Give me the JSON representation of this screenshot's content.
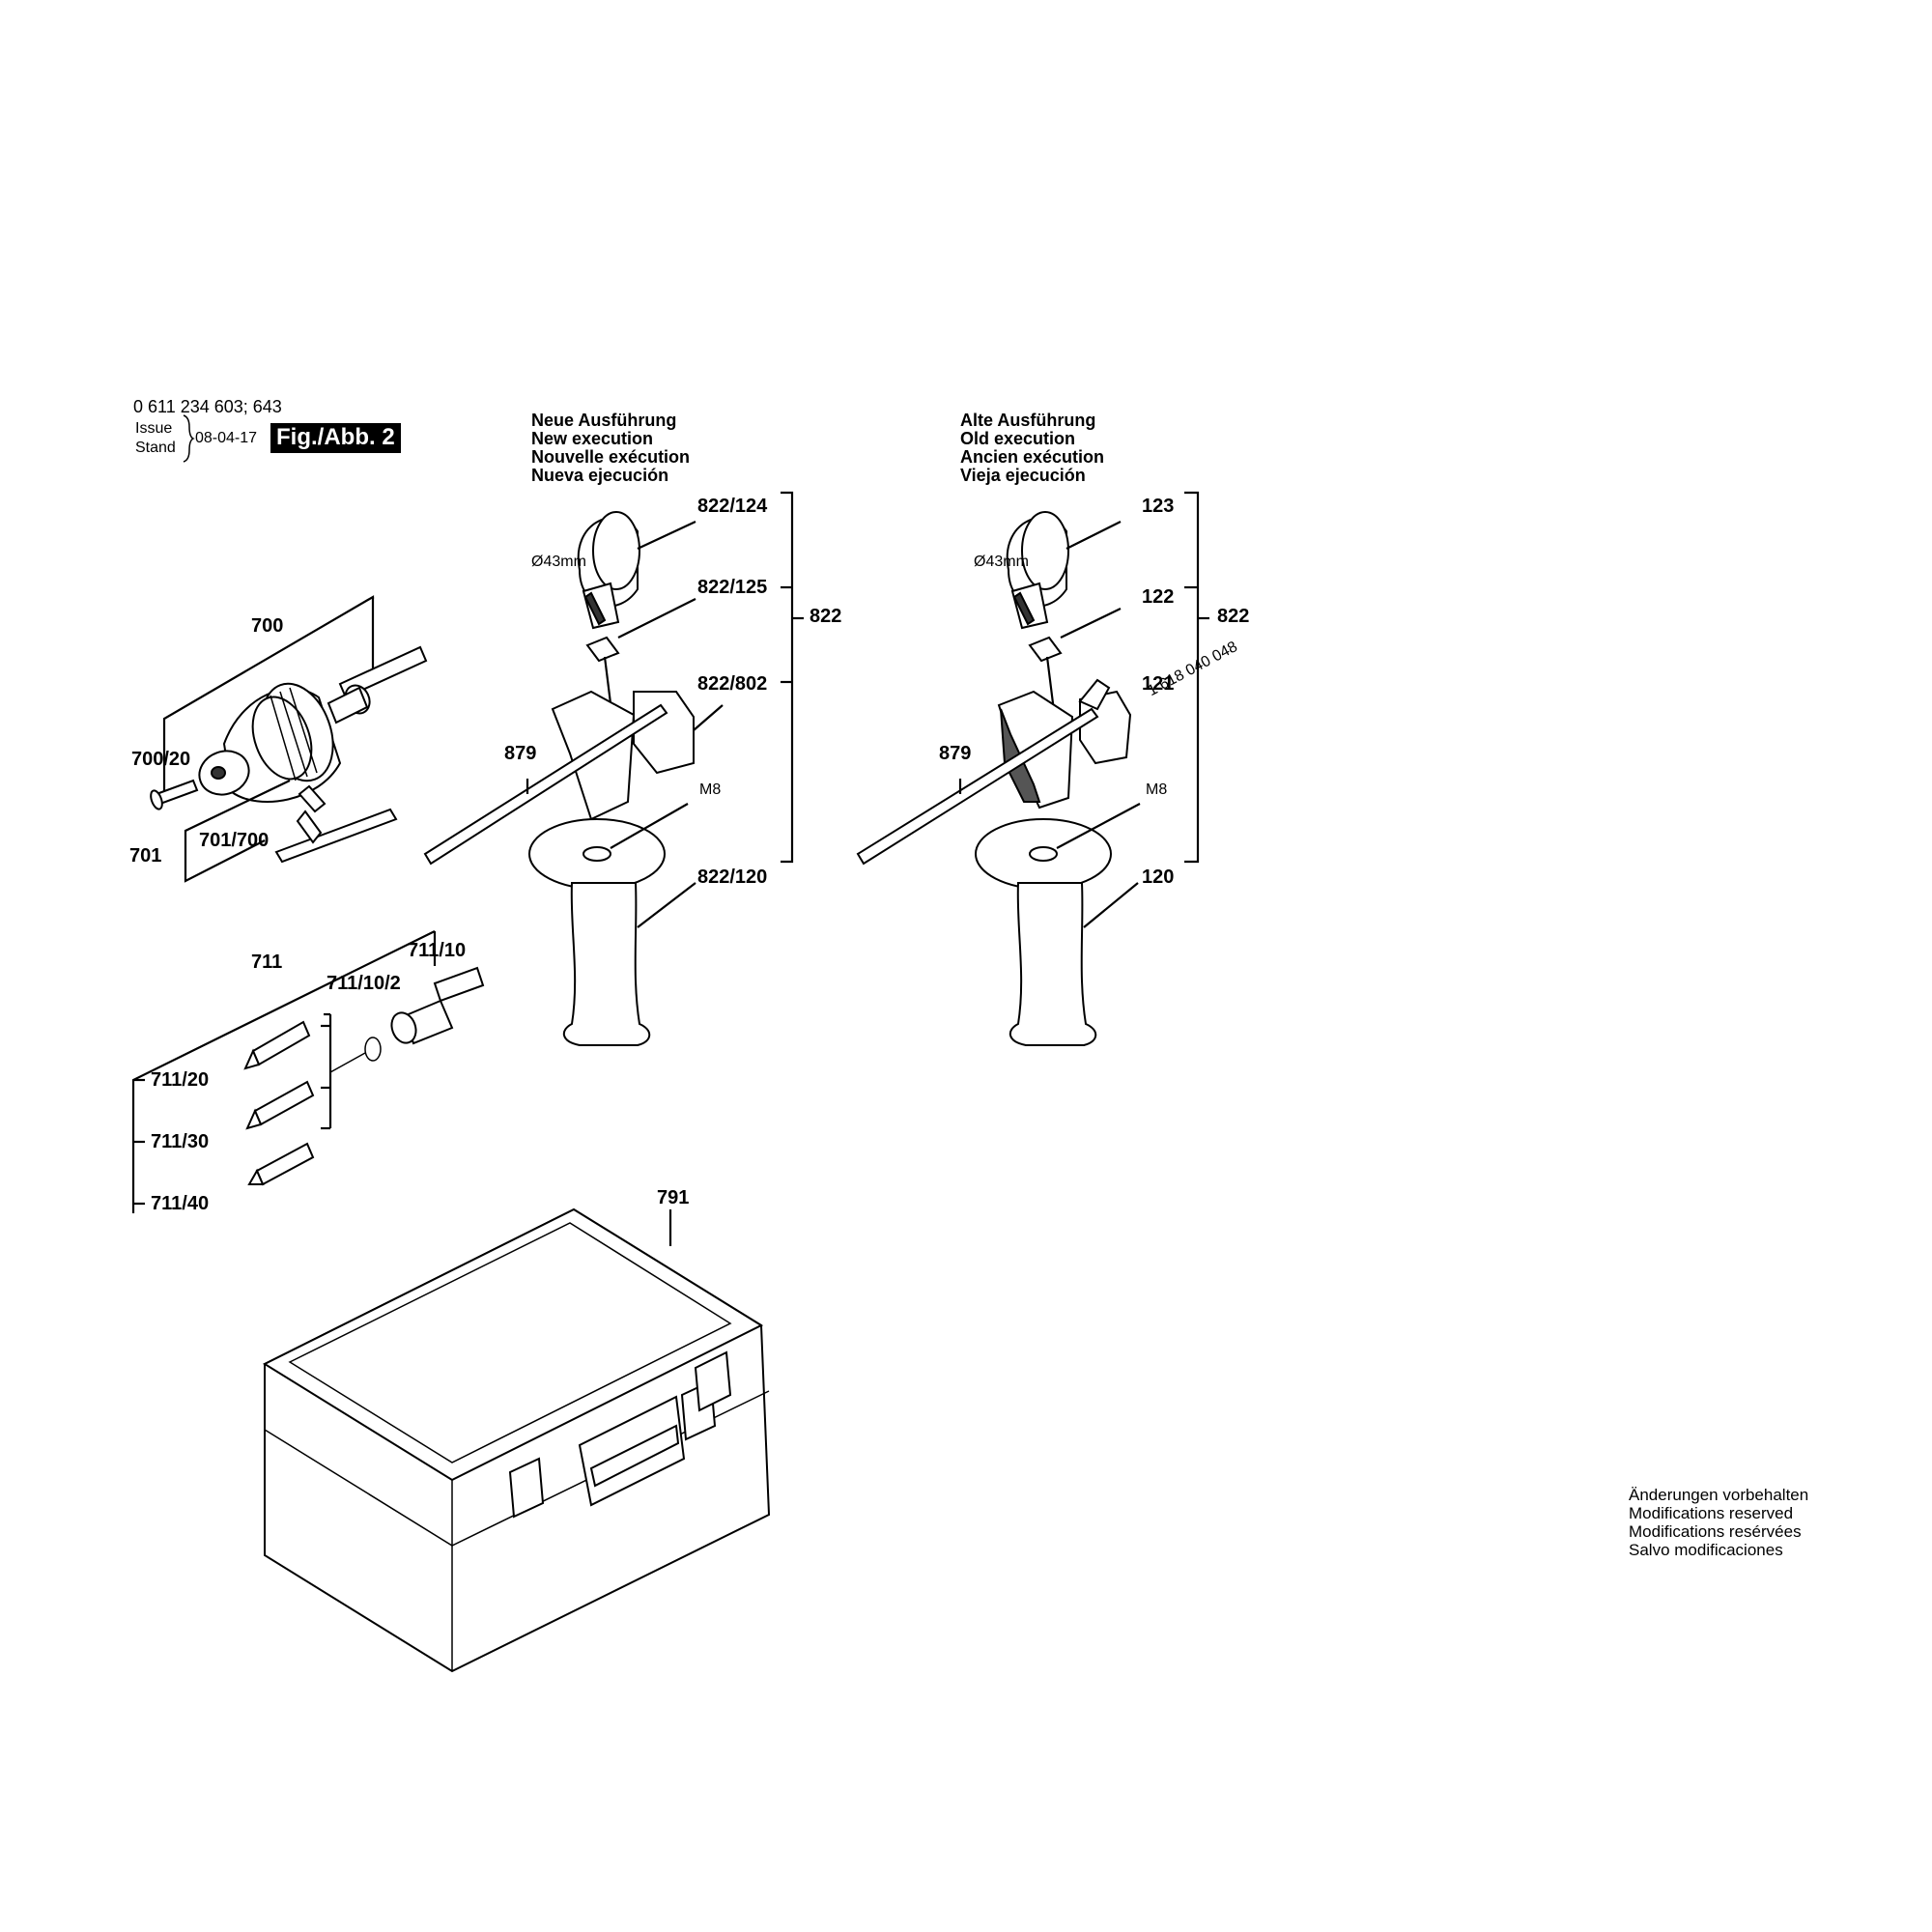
{
  "header": {
    "model": "0 611 234 603; 643",
    "issue_label": "Issue",
    "stand_label": "Stand",
    "date": "08-04-17",
    "figure": "Fig./Abb. 2"
  },
  "new_version": {
    "lines": [
      "Neue Ausführung",
      "New execution",
      "Nouvelle exécution",
      "Nueva ejecución"
    ],
    "diameter": "Ø43mm",
    "thread": "M8",
    "labels": {
      "clamp": "822/124",
      "bolt": "822/125",
      "group": "822",
      "holder": "822/802",
      "rod": "879",
      "handle": "822/120"
    }
  },
  "old_version": {
    "lines": [
      "Alte Ausführung",
      "Old execution",
      "Ancien exécution",
      "Vieja ejecución"
    ],
    "diameter": "Ø43mm",
    "thread": "M8",
    "part_number": "1 618 040 048",
    "labels": {
      "clamp": "123",
      "bolt": "122",
      "group": "822",
      "holder": "121",
      "rod": "879",
      "handle": "120"
    }
  },
  "chuck_labels": {
    "chuck": "700",
    "screw": "700/20",
    "adapter": "701",
    "key": "701/700"
  },
  "bit_labels": {
    "set": "711",
    "holder": "711/10",
    "ring": "711/10/2",
    "bit1": "711/20",
    "bit2": "711/30",
    "bit3": "711/40"
  },
  "case_label": "791",
  "notes": [
    "Änderungen vorbehalten",
    "Modifications reserved",
    "Modifications resérvées",
    "Salvo modificaciones"
  ]
}
